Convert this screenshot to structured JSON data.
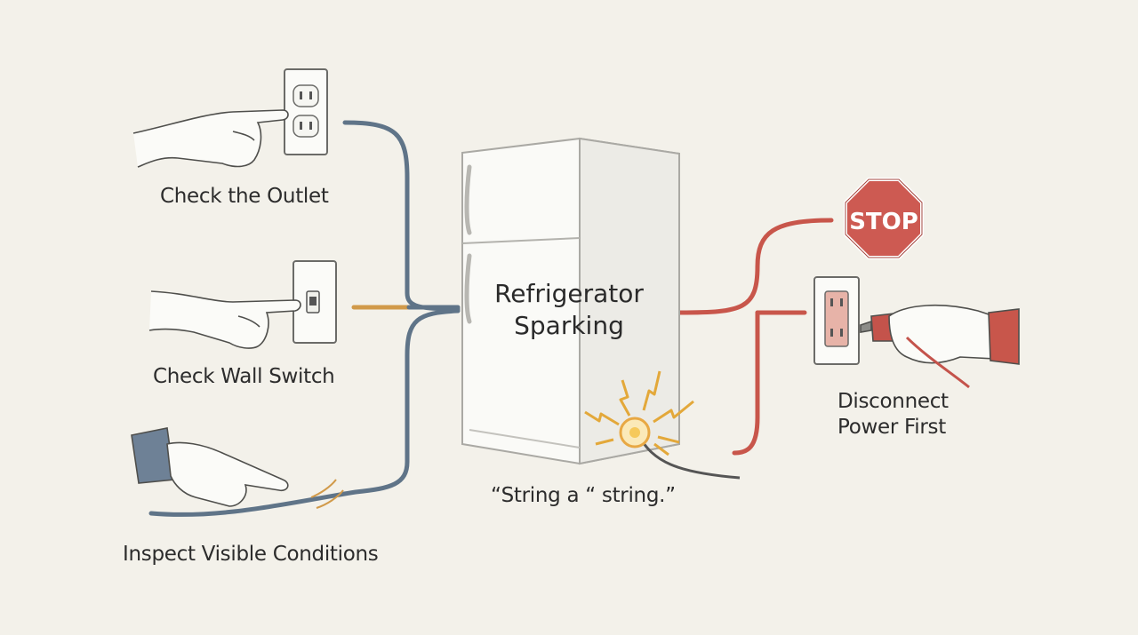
{
  "center": {
    "line1": "Refrigerator",
    "line2": "Sparking"
  },
  "left_items": [
    {
      "label": "Check the Outlet"
    },
    {
      "label": "Check Wall Switch"
    },
    {
      "label": "Inspect Visible Conditions"
    }
  ],
  "right_items": {
    "stop_sign": "STOP",
    "label_line1": "Disconnect",
    "label_line2": "Power First"
  },
  "caption": "“String a “ string.”",
  "colors": {
    "left_branch": "#5f7488",
    "middle_branch": "#d19a4a",
    "right_branch": "#c8564b",
    "stop": "#cd5a52",
    "spark": "#e3a83a"
  }
}
